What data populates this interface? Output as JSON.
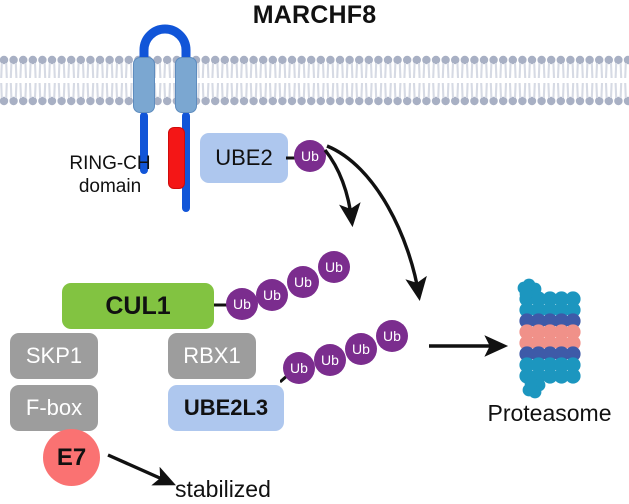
{
  "title": "MARCHF8",
  "membrane": {
    "name": "lipid-bilayer",
    "head_color": "#A8B0C4",
    "tail_color": "#D6DAE4"
  },
  "marchf8": {
    "chain_color": "#1155D8",
    "tm_helix_color": "#7BA7D1",
    "ringch": {
      "label": "RING-CH\ndomain",
      "label_line1": "RING-CH",
      "label_line2": "domain",
      "color": "#F41616"
    }
  },
  "boxes": {
    "ube2": {
      "label": "UBE2",
      "color": "#AEC7EE",
      "text_color": "#111111"
    },
    "cul1": {
      "label": "CUL1",
      "color": "#82C341",
      "text_color": "#111111"
    },
    "skp1": {
      "label": "SKP1",
      "color": "#9D9D9D",
      "text_color": "#FFFFFF"
    },
    "fbox": {
      "label": "F-box",
      "color": "#9D9D9D",
      "text_color": "#FFFFFF"
    },
    "rbx1": {
      "label": "RBX1",
      "color": "#9D9D9D",
      "text_color": "#FFFFFF"
    },
    "ube2l3": {
      "label": "UBE2L3",
      "color": "#AEC7EE",
      "text_color": "#111111"
    }
  },
  "e7": {
    "label": "E7",
    "color": "#FA7272"
  },
  "stabilized": {
    "label": "stabilized"
  },
  "ubiquitin": {
    "label": "Ub",
    "color": "#7B2D8E",
    "text_color": "#FFFFFF",
    "ube2_conjugated": [
      {
        "label": "Ub"
      }
    ],
    "cul1_chain": [
      {
        "label": "Ub"
      },
      {
        "label": "Ub"
      },
      {
        "label": "Ub"
      },
      {
        "label": "Ub"
      }
    ],
    "ube2l3_chain": [
      {
        "label": "Ub"
      },
      {
        "label": "Ub"
      },
      {
        "label": "Ub"
      },
      {
        "label": "Ub"
      }
    ]
  },
  "proteasome": {
    "label": "Proteasome",
    "cap_color": "#1C96BF",
    "ring_color": "#3E5AA8",
    "core_color": "#F09189"
  },
  "arrows": {
    "transfer_to_cul1": "curved-arrow",
    "transfer_to_ube2l3": "curved-arrow",
    "to_proteasome": "straight-arrow",
    "e7_stabilized": "straight-arrow"
  }
}
